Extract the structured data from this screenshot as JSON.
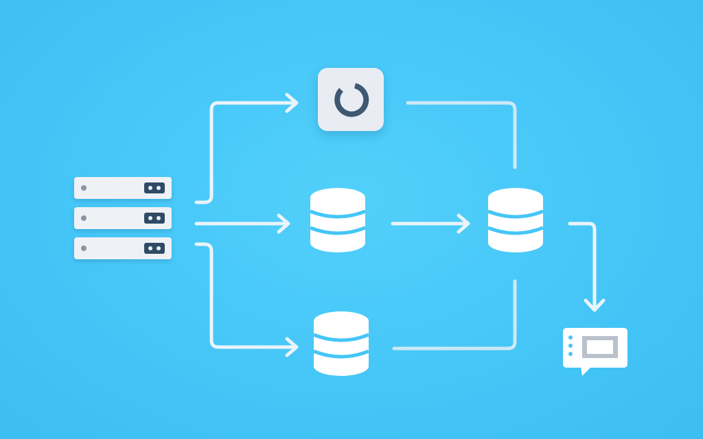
{
  "diagram": {
    "colors": {
      "background": "#45c6f7",
      "connector": "#eaf4fb",
      "node_fill": "#ffffff",
      "tile_fill": "#e9edf3",
      "icon_dark": "#3f5873",
      "db_band": "#45c6f7"
    },
    "nodes": [
      {
        "id": "server-rack",
        "icon": "server-rack-icon",
        "units": 3
      },
      {
        "id": "process-tile",
        "icon": "loading-spinner-icon"
      },
      {
        "id": "database-middle",
        "icon": "database-icon"
      },
      {
        "id": "database-bottom",
        "icon": "database-icon"
      },
      {
        "id": "database-right",
        "icon": "database-icon"
      },
      {
        "id": "output-panel",
        "icon": "message-window-icon"
      }
    ],
    "edges": [
      {
        "from": "server-rack",
        "to": "process-tile",
        "arrow": true
      },
      {
        "from": "server-rack",
        "to": "database-middle",
        "arrow": true
      },
      {
        "from": "server-rack",
        "to": "database-bottom",
        "arrow": true
      },
      {
        "from": "database-middle",
        "to": "database-right",
        "arrow": true
      },
      {
        "from": "process-tile",
        "to": "database-right",
        "arrow": false
      },
      {
        "from": "database-bottom",
        "to": "database-right",
        "arrow": false
      },
      {
        "from": "database-right",
        "to": "output-panel",
        "arrow": true
      }
    ]
  }
}
